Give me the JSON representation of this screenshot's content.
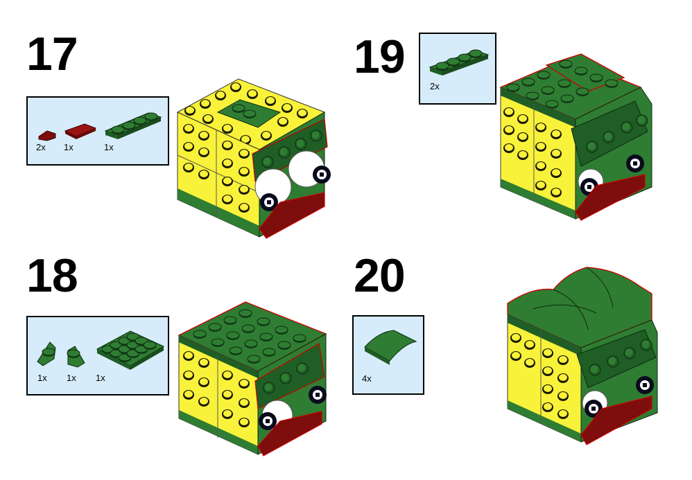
{
  "colors": {
    "parts_panel_bg": "#d6ecfa",
    "yellow": "#f9f23a",
    "green": "#2f7d32",
    "dark_green": "#1f5e25",
    "dark_red": "#7e0d0d",
    "white": "#ffffff",
    "black": "#000000"
  },
  "steps": [
    {
      "number": "17",
      "parts": [
        {
          "part": "dark-red-slope-plate",
          "qty": "2x"
        },
        {
          "part": "dark-red-tile",
          "qty": "1x"
        },
        {
          "part": "green-plate-1x4",
          "qty": "1x"
        }
      ]
    },
    {
      "number": "18",
      "parts": [
        {
          "part": "green-wedge-left",
          "qty": "1x"
        },
        {
          "part": "green-wedge-right",
          "qty": "1x"
        },
        {
          "part": "green-plate-4x4",
          "qty": "1x"
        }
      ]
    },
    {
      "number": "19",
      "parts": [
        {
          "part": "green-plate-1x4",
          "qty": "2x"
        }
      ]
    },
    {
      "number": "20",
      "parts": [
        {
          "part": "green-curved-slope",
          "qty": "4x"
        }
      ]
    }
  ]
}
